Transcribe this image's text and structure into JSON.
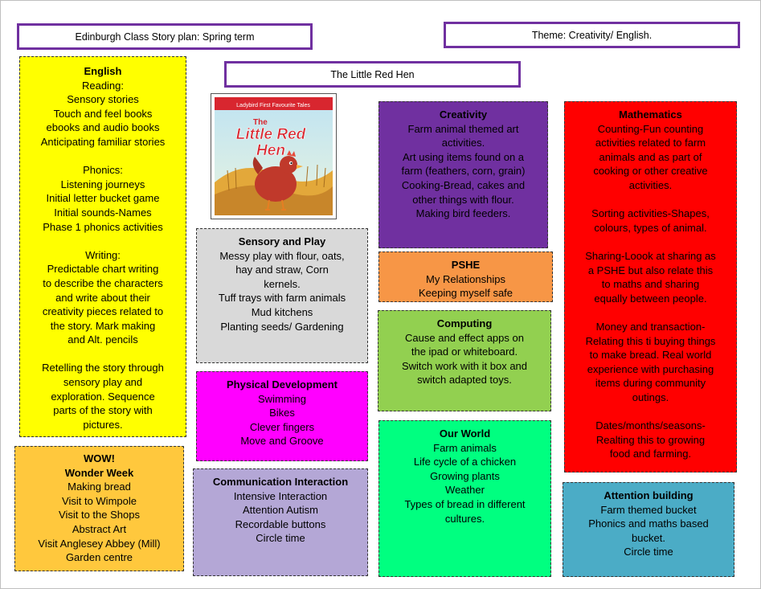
{
  "header": {
    "plan_title": "Edinburgh Class Story plan: Spring term",
    "theme": "Theme: Creativity/ English.",
    "story": "The Little Red Hen"
  },
  "book_cover": {
    "series": "Ladybird First Favourite Tales",
    "title_line1": "The",
    "title_line2": "Little Red",
    "title_line3": "Hen"
  },
  "english": {
    "title": "English",
    "lines": [
      "Reading:",
      "Sensory stories",
      "Touch and feel books",
      "ebooks and audio books",
      "Anticipating familiar stories",
      "",
      "Phonics:",
      "Listening journeys",
      "Initial letter bucket game",
      "Initial sounds-Names",
      "Phase 1 phonics activities",
      "",
      "Writing:",
      "Predictable chart writing",
      "to describe the characters",
      "and write about their",
      "creativity pieces related to",
      "the story. Mark making",
      "and Alt. pencils",
      "",
      "Retelling the story through",
      "sensory play and",
      "exploration. Sequence",
      "parts of the story with",
      "pictures."
    ]
  },
  "wow": {
    "title": "WOW!",
    "title2": "Wonder Week",
    "lines": [
      "Making bread",
      "Visit to Wimpole",
      "Visit to the Shops",
      "Abstract Art",
      "Visit Anglesey Abbey (Mill)",
      "Garden centre"
    ]
  },
  "sensory": {
    "title": "Sensory and Play",
    "lines": [
      "Messy play with flour, oats,",
      "hay and straw, Corn",
      "kernels.",
      "Tuff trays with farm animals",
      "Mud kitchens",
      "Planting seeds/ Gardening"
    ]
  },
  "physical": {
    "title": "Physical Development",
    "lines": [
      "Swimming",
      "Bikes",
      "Clever fingers",
      "Move and Groove"
    ]
  },
  "communication": {
    "title": "Communication Interaction",
    "lines": [
      "Intensive Interaction",
      "Attention Autism",
      "Recordable buttons",
      "Circle time"
    ]
  },
  "creativity": {
    "title": "Creativity",
    "lines": [
      "Farm animal themed art",
      "activities.",
      "Art using items found on a",
      "farm (feathers, corn, grain)",
      "Cooking-Bread, cakes and",
      "other things with flour.",
      "Making bird feeders."
    ]
  },
  "pshe": {
    "title": "PSHE",
    "lines": [
      "My Relationships",
      "Keeping myself safe"
    ]
  },
  "computing": {
    "title": "Computing",
    "lines": [
      "Cause and effect apps on",
      "the ipad or whiteboard.",
      "Switch work with it box and",
      "switch adapted toys."
    ]
  },
  "world": {
    "title": "Our World",
    "lines": [
      "Farm animals",
      "Life cycle of a chicken",
      "Growing plants",
      "Weather",
      "Types of bread in different",
      "cultures."
    ]
  },
  "maths": {
    "title": "Mathematics",
    "lines": [
      "Counting-Fun counting",
      "activities related to farm",
      "animals and as part of",
      "cooking or other creative",
      "activities.",
      "",
      "Sorting activities-Shapes,",
      "colours, types of animal.",
      "",
      "Sharing-Loook at sharing as",
      "a PSHE but also relate this",
      "to maths and sharing",
      "equally between people.",
      "",
      "Money and transaction-",
      "Relating this ti buying things",
      "to make bread. Real world",
      "experience with purchasing",
      "items during community",
      "outings.",
      "",
      "Dates/months/seasons-",
      "Realting this to growing",
      "food and farming."
    ]
  },
  "attention": {
    "title": "Attention building",
    "lines": [
      "Farm themed bucket",
      "Phonics and maths based",
      "bucket.",
      "Circle time"
    ]
  },
  "colors": {
    "english": "#ffff00",
    "wow": "#ffc83d",
    "sensory": "#d9d9d9",
    "physical": "#ff00ff",
    "communication": "#b4a7d6",
    "creativity": "#7030a0",
    "pshe": "#f79646",
    "computing": "#92d050",
    "world": "#00ff80",
    "maths": "#ff0000",
    "attention": "#4bacc6",
    "header_border": "#7030a0"
  }
}
